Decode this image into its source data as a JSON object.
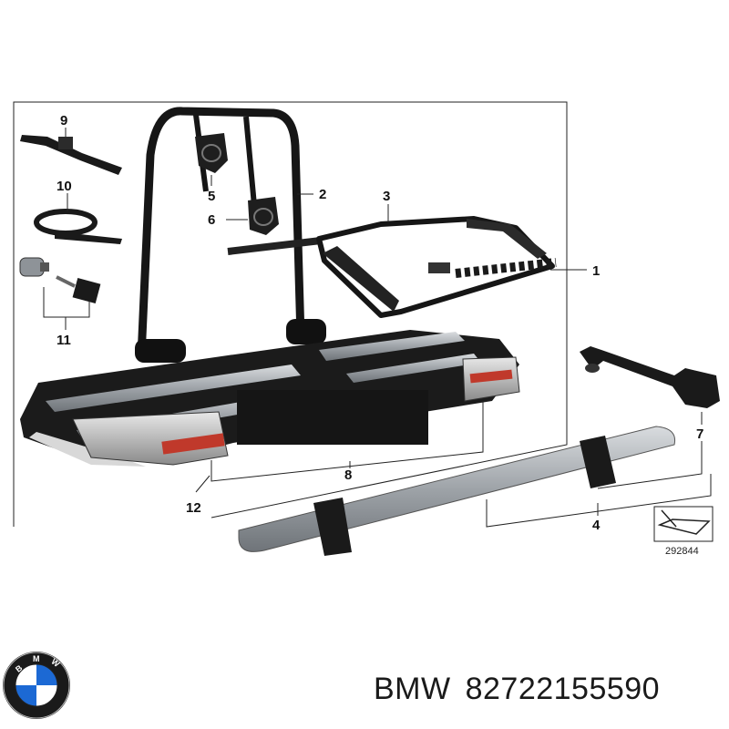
{
  "diagram": {
    "callouts": [
      "1",
      "2",
      "3",
      "4",
      "5",
      "6",
      "7",
      "8",
      "9",
      "10",
      "11",
      "12"
    ],
    "reference_number": "292844"
  },
  "footer": {
    "brand_name": "BMW",
    "part_number": "82722155590",
    "logo_text": "BMW"
  },
  "colors": {
    "frame": "#111111",
    "rail": "#9ea3a8",
    "light_red": "#c0392b",
    "bmw_blue": "#1c69d4"
  }
}
